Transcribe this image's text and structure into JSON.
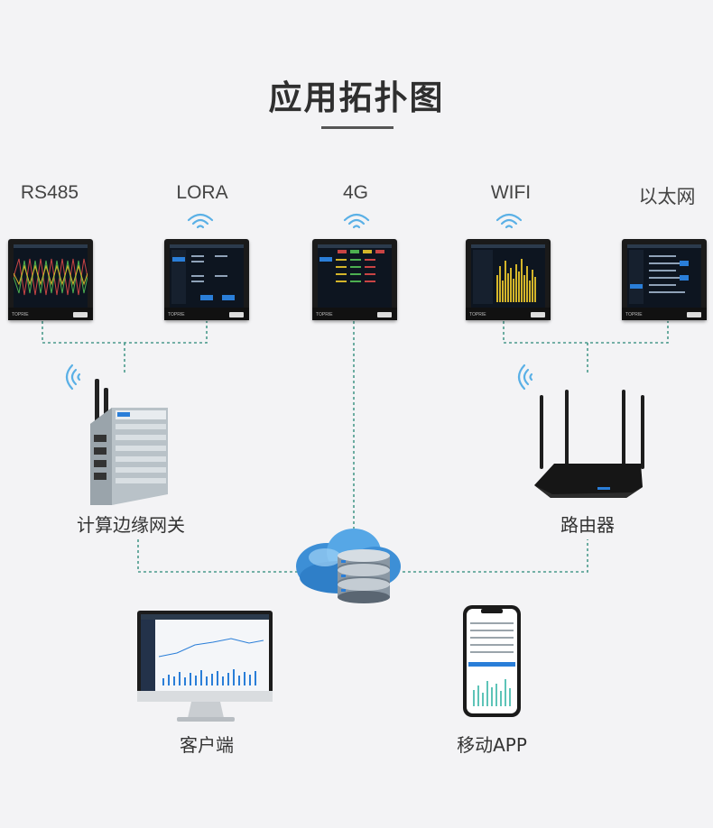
{
  "title": "应用拓扑图",
  "protocols": [
    "RS485",
    "LORA",
    "4G",
    "WIFI",
    "以太网"
  ],
  "device_brand": "TOPRIE",
  "nodes": {
    "gateway": "计算边缘网关",
    "router": "路由器",
    "client": "客户端",
    "mobile": "移动APP"
  },
  "colors": {
    "dashed_line": "#4a9a8c",
    "wifi": "#5ab0e6",
    "accent_blue": "#2a7ed8"
  }
}
